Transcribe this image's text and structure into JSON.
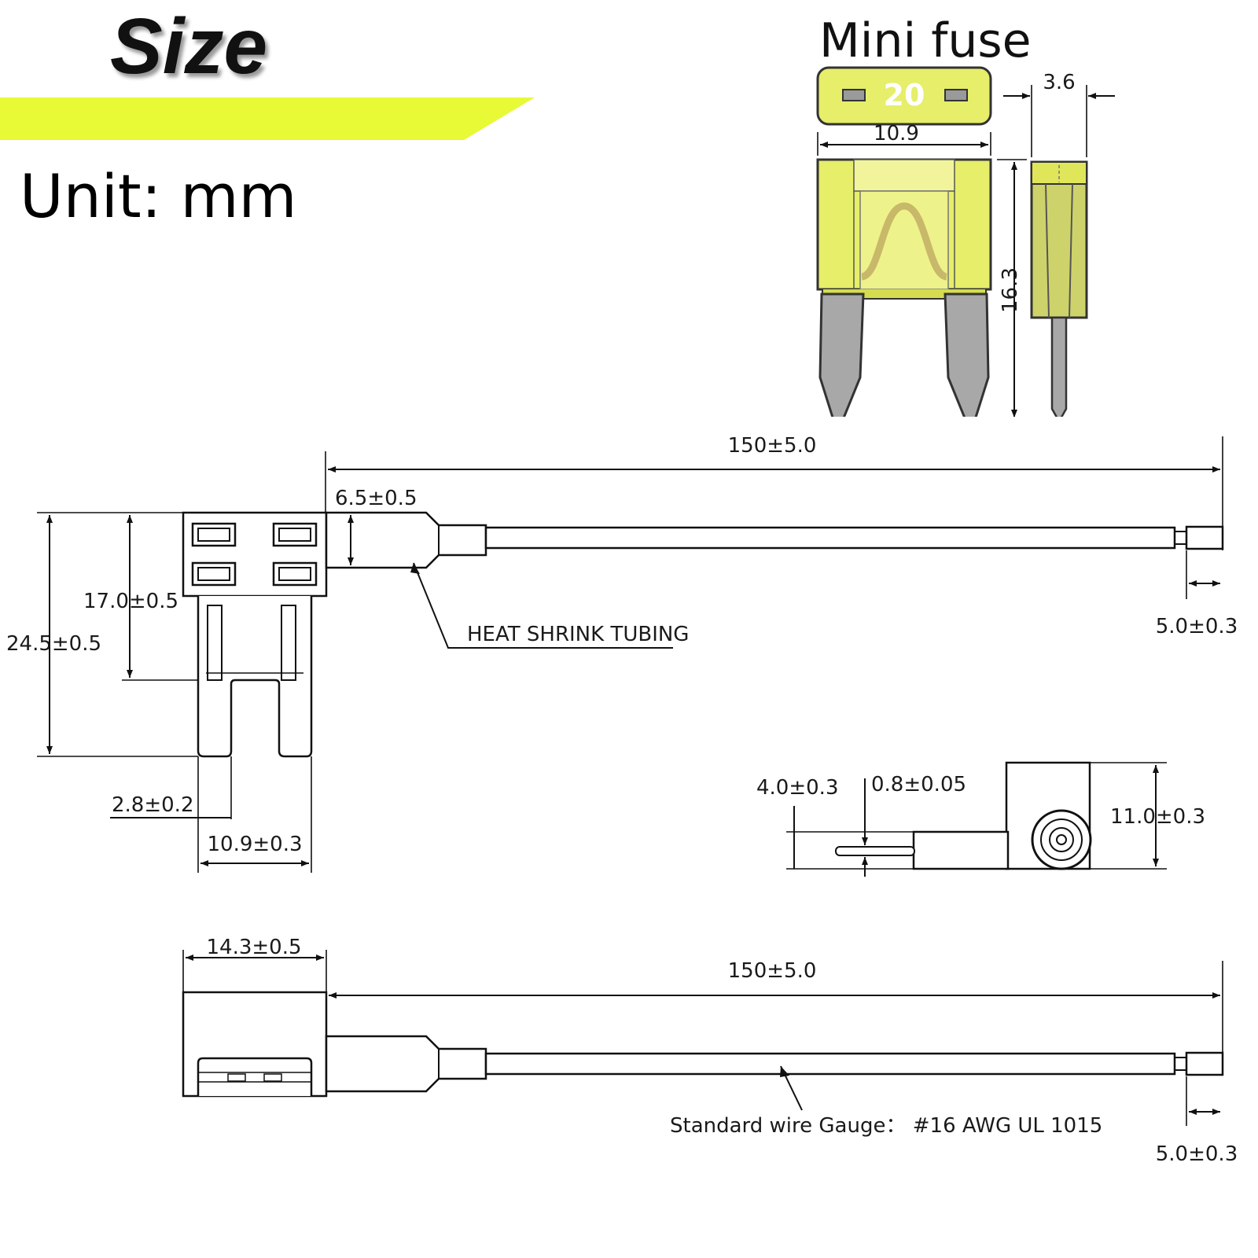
{
  "header": {
    "title": "Size",
    "unit": "Unit: mm",
    "accent_color": "#e8f936"
  },
  "mini_fuse": {
    "title": "Mini fuse",
    "rating": "20",
    "width": "10.9",
    "thickness": "3.6",
    "height": "16.3",
    "body_color": "#e6ee6a",
    "blade_color": "#a8a8a8"
  },
  "top_view": {
    "wire_length": "150±5.0",
    "tubing_dim": "6.5±0.5",
    "height_upper": "17.0±0.5",
    "height_total": "24.5±0.5",
    "blade_width": "2.8±0.2",
    "blade_span": "10.9±0.3",
    "tubing_label": "HEAT SHRINK TUBING",
    "terminal_dim": "5.0±0.3"
  },
  "side_view": {
    "pin_height": "4.0±0.3",
    "pin_thickness": "0.8±0.05",
    "body_height": "11.0±0.3"
  },
  "bottom_view": {
    "body_width": "14.3±0.5",
    "wire_length": "150±5.0",
    "wire_label": "Standard wire Gauge：  #16 AWG UL 1015",
    "terminal_dim": "5.0±0.3"
  }
}
